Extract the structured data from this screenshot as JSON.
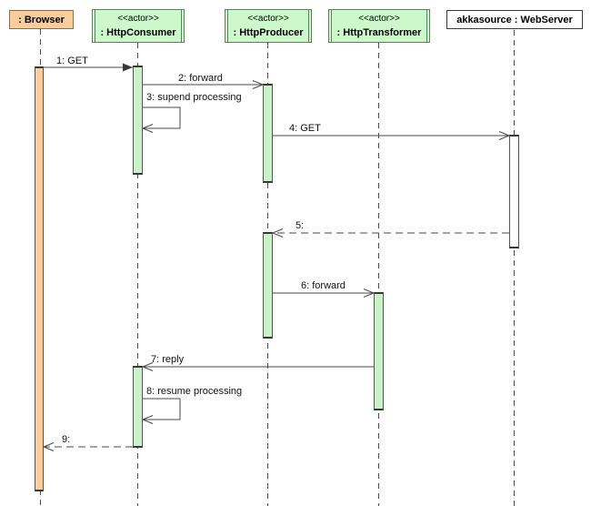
{
  "diagram_type": "uml-sequence-diagram",
  "actors": [
    {
      "id": "browser",
      "stereotype": "",
      "name": ": Browser"
    },
    {
      "id": "http-consumer",
      "stereotype": "<<actor>>",
      "name": ": HttpConsumer"
    },
    {
      "id": "http-producer",
      "stereotype": "<<actor>>",
      "name": ": HttpProducer"
    },
    {
      "id": "http-transformer",
      "stereotype": "<<actor>>",
      "name": ": HttpTransformer"
    },
    {
      "id": "web-server",
      "stereotype": "",
      "name": "akkasource : WebServer"
    }
  ],
  "messages": [
    {
      "num": 1,
      "label": "1: GET",
      "from": "browser",
      "to": "http-consumer",
      "line": "solid",
      "arrow": "filled"
    },
    {
      "num": 2,
      "label": "2: forward",
      "from": "http-consumer",
      "to": "http-producer",
      "line": "solid",
      "arrow": "open"
    },
    {
      "num": 3,
      "label": "3: supend processing",
      "from": "http-consumer",
      "to": "http-consumer",
      "line": "solid",
      "arrow": "open",
      "self": true
    },
    {
      "num": 4,
      "label": "4: GET",
      "from": "http-producer",
      "to": "web-server",
      "line": "solid",
      "arrow": "open"
    },
    {
      "num": 5,
      "label": "5:",
      "from": "web-server",
      "to": "http-producer",
      "line": "dashed",
      "arrow": "open"
    },
    {
      "num": 6,
      "label": "6: forward",
      "from": "http-producer",
      "to": "http-transformer",
      "line": "solid",
      "arrow": "open"
    },
    {
      "num": 7,
      "label": "7: reply",
      "from": "http-transformer",
      "to": "http-consumer",
      "line": "solid",
      "arrow": "open"
    },
    {
      "num": 8,
      "label": "8: resume processing",
      "from": "http-consumer",
      "to": "http-consumer",
      "line": "solid",
      "arrow": "open",
      "self": true
    },
    {
      "num": 9,
      "label": "9:",
      "from": "http-consumer",
      "to": "browser",
      "line": "dashed",
      "arrow": "open"
    }
  ],
  "colors": {
    "browser_fill": "#FACD9B",
    "browser_border": "#8a6d50",
    "actor_fill": "#CDF8CC",
    "actor_border": "#5f7f5f",
    "activation_green": "#C9F2C8",
    "webserver_fill": "#FFFFFF",
    "line": "#4a4a4a",
    "background": "#FFFFFF"
  }
}
